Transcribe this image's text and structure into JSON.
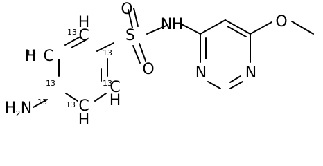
{
  "molecule": {
    "atoms": {
      "sulfur": "S",
      "sulfonyl_oxygen_top": "O",
      "sulfonyl_oxygen_bottom": "O",
      "sulfonamide_nh": "N",
      "sulfonamide_h": "H",
      "ring_nitrogen_lower_left": "N",
      "ring_nitrogen_lower_right": "N",
      "methoxy_oxygen": "O",
      "amino_group_h": "H",
      "amino_group_n": "N",
      "amino_subscript": "2",
      "carbon_upper_left_c": "C",
      "carbon_upper_left_h": "H",
      "carbon_far_left_h": "H",
      "carbon_far_left_c": "C",
      "carbon_lower_right_c": "C",
      "carbon_lower_right_h": "H",
      "carbon_bottom_c": "C",
      "carbon_bottom_h": "H"
    },
    "isotope_labels": {
      "c1": "13",
      "c2": "13",
      "c3": "13",
      "c4": "13",
      "c5": "13",
      "c6": "13",
      "c7": "13"
    }
  }
}
